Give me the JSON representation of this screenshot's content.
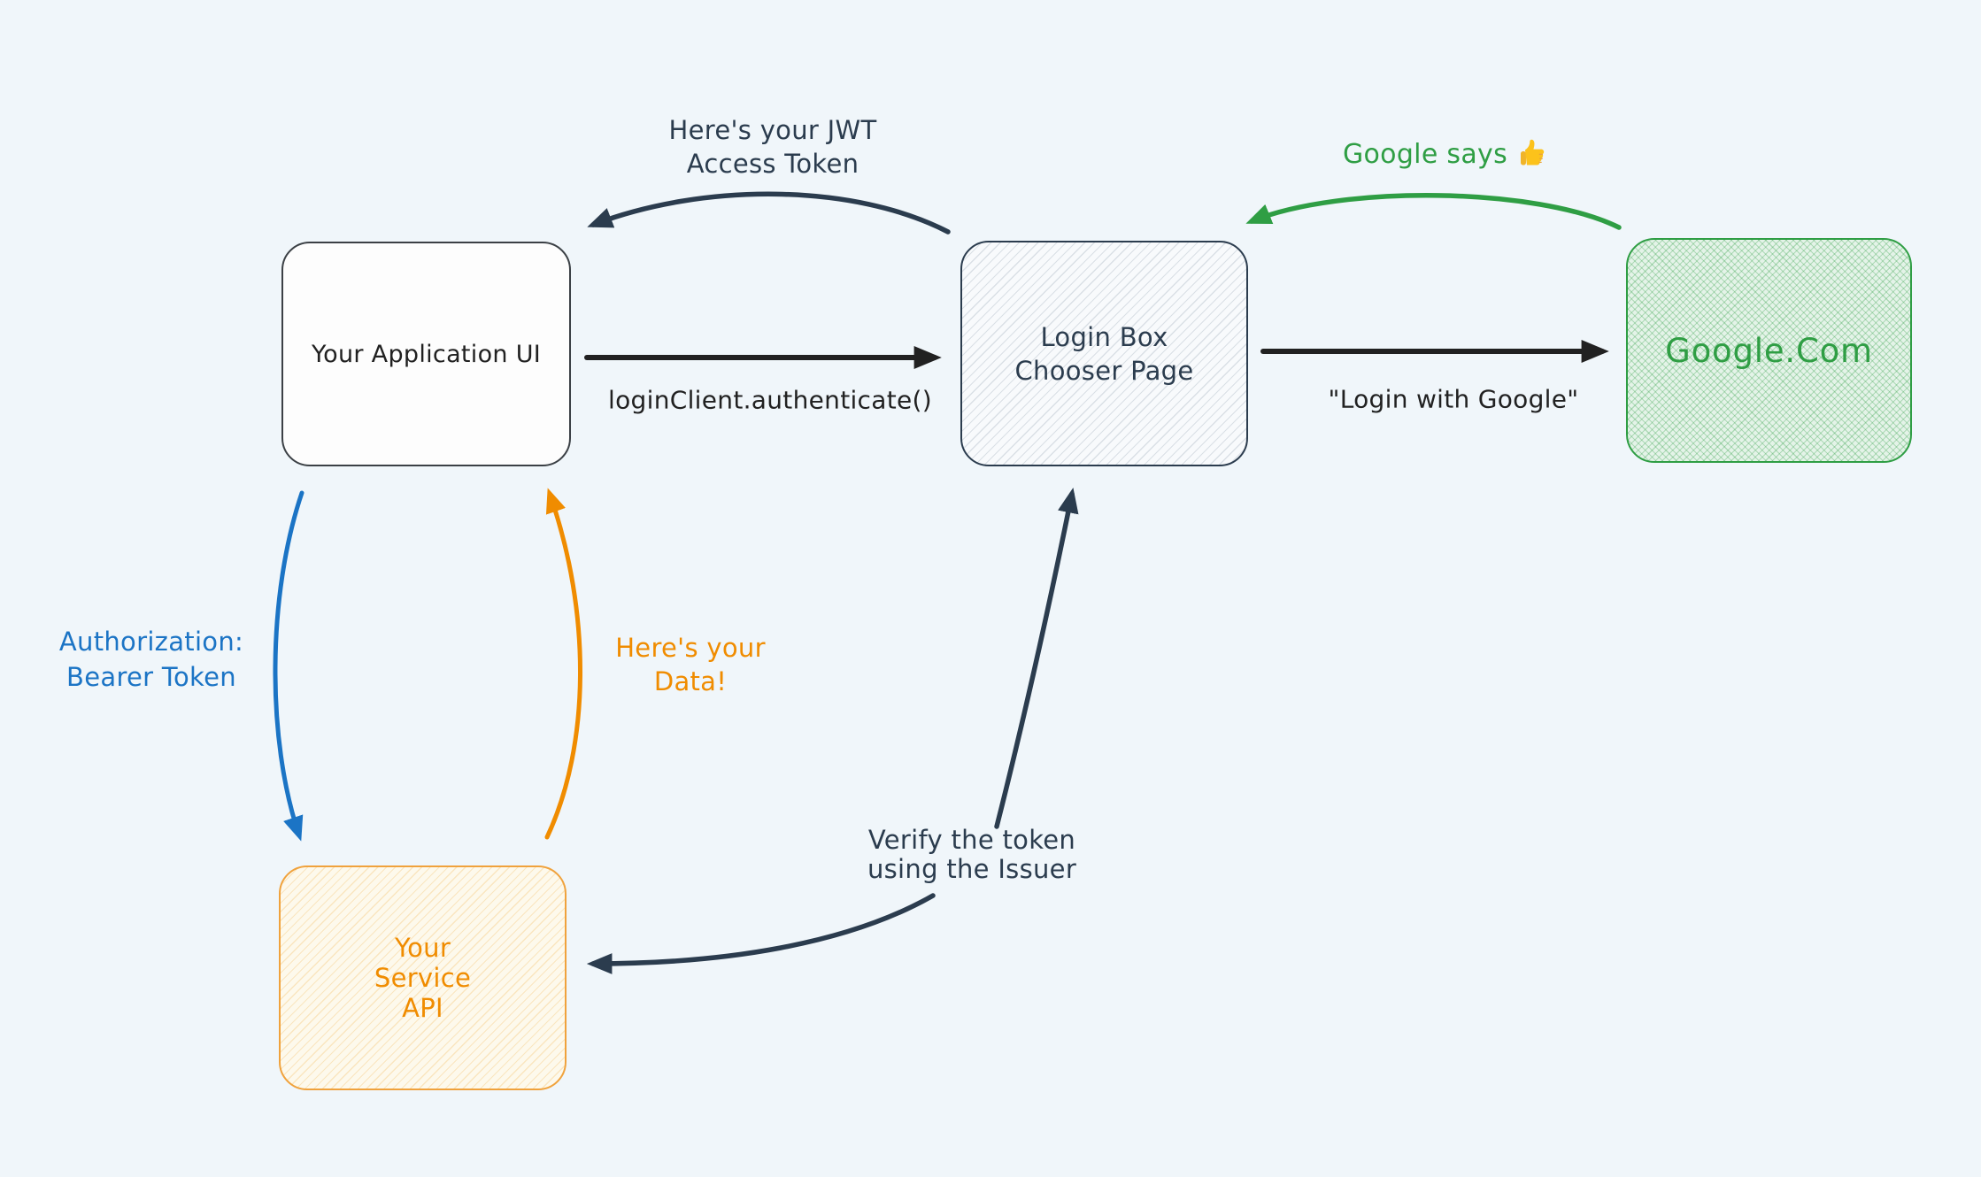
{
  "diagram": {
    "nodes": {
      "app_ui": {
        "label": "Your Application UI"
      },
      "login_box": {
        "line1": "Login Box",
        "line2": "Chooser Page"
      },
      "google": {
        "label": "Google.Com"
      },
      "service_api": {
        "line1": "Your",
        "line2": "Service",
        "line3": "API"
      }
    },
    "labels": {
      "jwt": {
        "line1": "Here's your JWT",
        "line2": "Access Token"
      },
      "authenticate": {
        "text": "loginClient.authenticate()"
      },
      "login_with_google": {
        "text": "\"Login with Google\""
      },
      "google_says": {
        "text": "Google says",
        "emoji": "thumbs-up"
      },
      "authorization": {
        "line1": "Authorization:",
        "line2": "Bearer Token"
      },
      "heres_your_data": {
        "line1": "Here's your",
        "line2": "Data!"
      },
      "verify": {
        "line1": "Verify the token",
        "line2": "using the Issuer"
      }
    },
    "colors": {
      "background": "#f0f6fa",
      "dark": "#2b3c4e",
      "black": "#212121",
      "green": "#2f9e44",
      "blue": "#1b74c5",
      "orange": "#f08c00",
      "app_fill": "#fdfdfd",
      "app_border": "#3b4045",
      "login_fill": "#f8fafc",
      "google_fill": "#e4f3e8",
      "service_fill": "#fdf9ec",
      "service_border": "#f0a23c",
      "emoji_yellow": "#fcc21b"
    }
  }
}
